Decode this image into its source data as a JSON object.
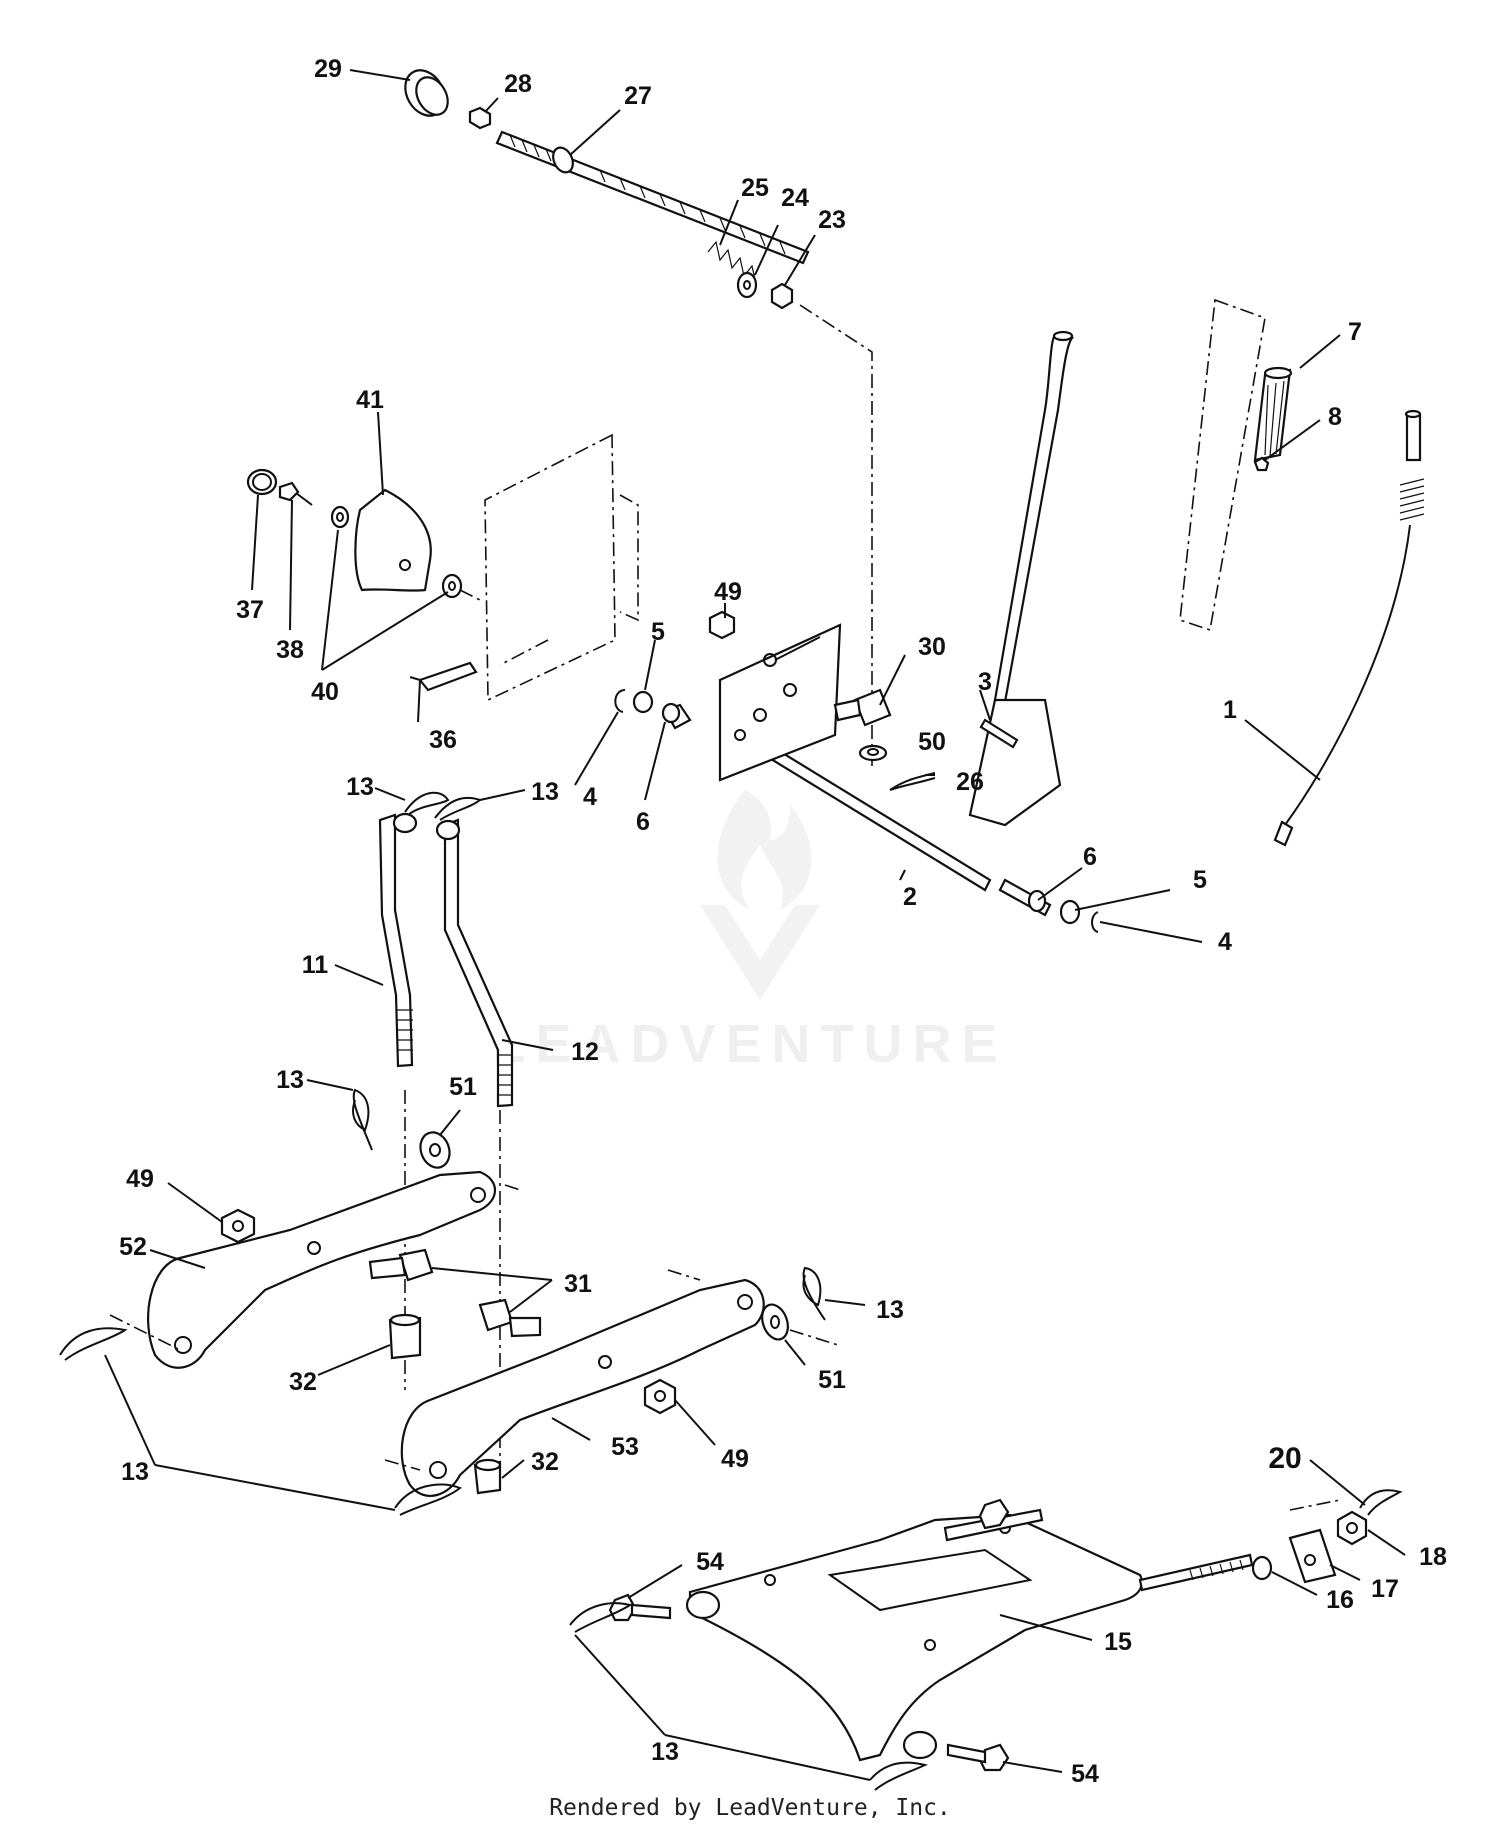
{
  "watermark": "LEADVENTURE",
  "footer": "Rendered by LeadVenture, Inc.",
  "callouts": [
    "29",
    "28",
    "27",
    "25",
    "24",
    "23",
    "41",
    "7",
    "8",
    "37",
    "38",
    "40",
    "49",
    "5",
    "30",
    "3",
    "1",
    "36",
    "4",
    "6",
    "50",
    "26",
    "13",
    "13",
    "2",
    "6",
    "5",
    "4",
    "11",
    "12",
    "13",
    "51",
    "49",
    "52",
    "31",
    "13",
    "32",
    "51",
    "53",
    "49",
    "32",
    "13",
    "20",
    "18",
    "17",
    "16",
    "54",
    "15",
    "13",
    "54"
  ]
}
